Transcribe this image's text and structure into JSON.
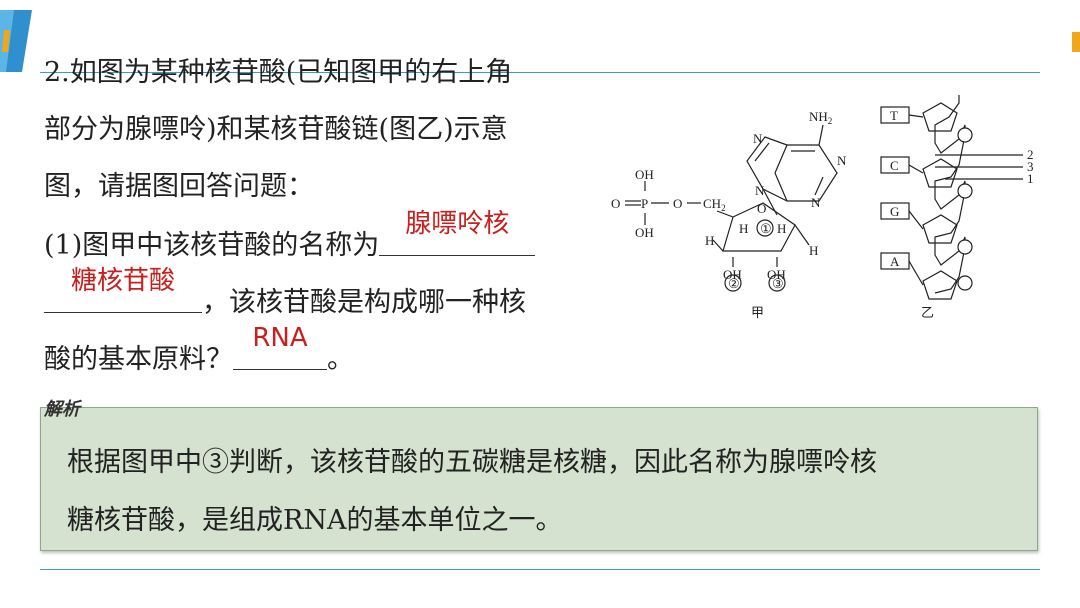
{
  "question": {
    "line1": "2.如图为某种核苷酸(已知图甲的右上角",
    "line2": "部分为腺嘌呤)和某核苷酸链(图乙)示意",
    "line3": "图，请据图回答问题：",
    "line4_prefix": "(1)图甲中该核苷酸的名称为",
    "line5_suffix": "，该核苷酸是构成哪一种核",
    "line6_prefix": "酸的基本原料？",
    "line6_suffix": "。"
  },
  "answers": {
    "name_part1": "腺嘌呤核",
    "name_part2": "糖核苷酸",
    "nucleic_acid": "RNA"
  },
  "figure_jia": {
    "label": "甲",
    "nh2": "NH",
    "nh2_sub": "2",
    "n1": "N",
    "n2": "N",
    "n3": "N",
    "n4": "N",
    "oh_top": "OH",
    "o_eq": "O",
    "p": "P",
    "o_mid": "O",
    "ch2": "CH",
    "ch2_sub": "2",
    "oh_bottom": "OH",
    "ring_o": "O",
    "h1": "H",
    "h2": "H",
    "h3": "H",
    "h4": "H",
    "c1": "①",
    "oh2": "OH",
    "oh3": "OH",
    "c2": "②",
    "c3": "③"
  },
  "figure_yi": {
    "label": "乙",
    "bases": [
      "T",
      "C",
      "G",
      "A"
    ],
    "markers": [
      "2",
      "3",
      "1"
    ]
  },
  "analysis": {
    "title": "解析",
    "line1": "根据图甲中③判断，该核苷酸的五碳糖是核糖，因此名称为腺嘌呤核",
    "line2": "糖核苷酸，是组成RNA的基本单位之一。"
  },
  "colors": {
    "accent": "#3a9fc2",
    "answer": "#c8201c",
    "analysis_bg": "#d5e2cf",
    "tab": "#f0a81a"
  }
}
